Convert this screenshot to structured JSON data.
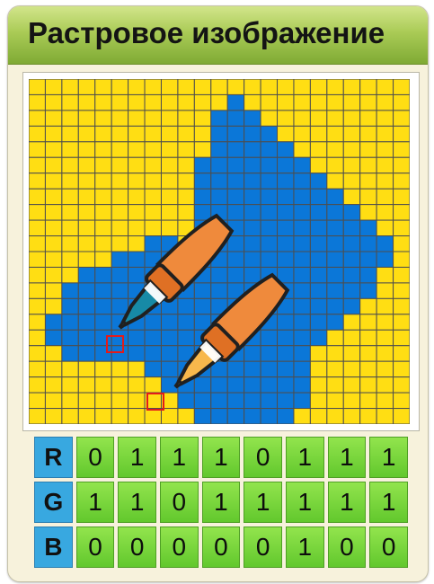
{
  "page": {
    "title": "Растровое изображение"
  },
  "colors": {
    "yellow": "#ffde13",
    "blue": "#0b77d8",
    "grid_line": "#4e4e4e",
    "green_header": "#9ec64c",
    "green_cell": "#67cc30",
    "channel_blue": "#38a8e0",
    "marker_red": "#e31b1b",
    "dropper_orange": "#ef8a3c",
    "dropper_teal": "#178aa6",
    "dropper_yellow": "#f8b84c"
  },
  "pixel_grid": {
    "rows": [
      "00000000000000000000000",
      "00000000000010000000000",
      "00000000000111000000000",
      "00000000000111100000000",
      "00000000000111110000000",
      "00000000001111111000000",
      "00000000001111111100000",
      "00000000001111111110000",
      "00000000001111111111000",
      "00000000001111111111100",
      "00000001100111111111110",
      "00000111111111111111110",
      "00011111111111111111100",
      "00111111111111111111100",
      "00111111111111111111000",
      "01111111111111111110000",
      "01111111111111111100000",
      "00111111111111111000000",
      "00000001111111111000000",
      "00000000111111111000000",
      "00000000011111111000000",
      "00000000001111110000000"
    ]
  },
  "rgb_table": {
    "rows": [
      {
        "channel": "R",
        "bits": [
          "0",
          "1",
          "1",
          "1",
          "0",
          "1",
          "1",
          "1"
        ]
      },
      {
        "channel": "G",
        "bits": [
          "1",
          "1",
          "0",
          "1",
          "1",
          "1",
          "1",
          "1"
        ]
      },
      {
        "channel": "B",
        "bits": [
          "0",
          "0",
          "0",
          "0",
          "0",
          "1",
          "0",
          "0"
        ]
      }
    ]
  },
  "icons": {
    "eyedropper_blue": "eyedropper-blue-icon",
    "eyedropper_yellow": "eyedropper-yellow-icon"
  }
}
